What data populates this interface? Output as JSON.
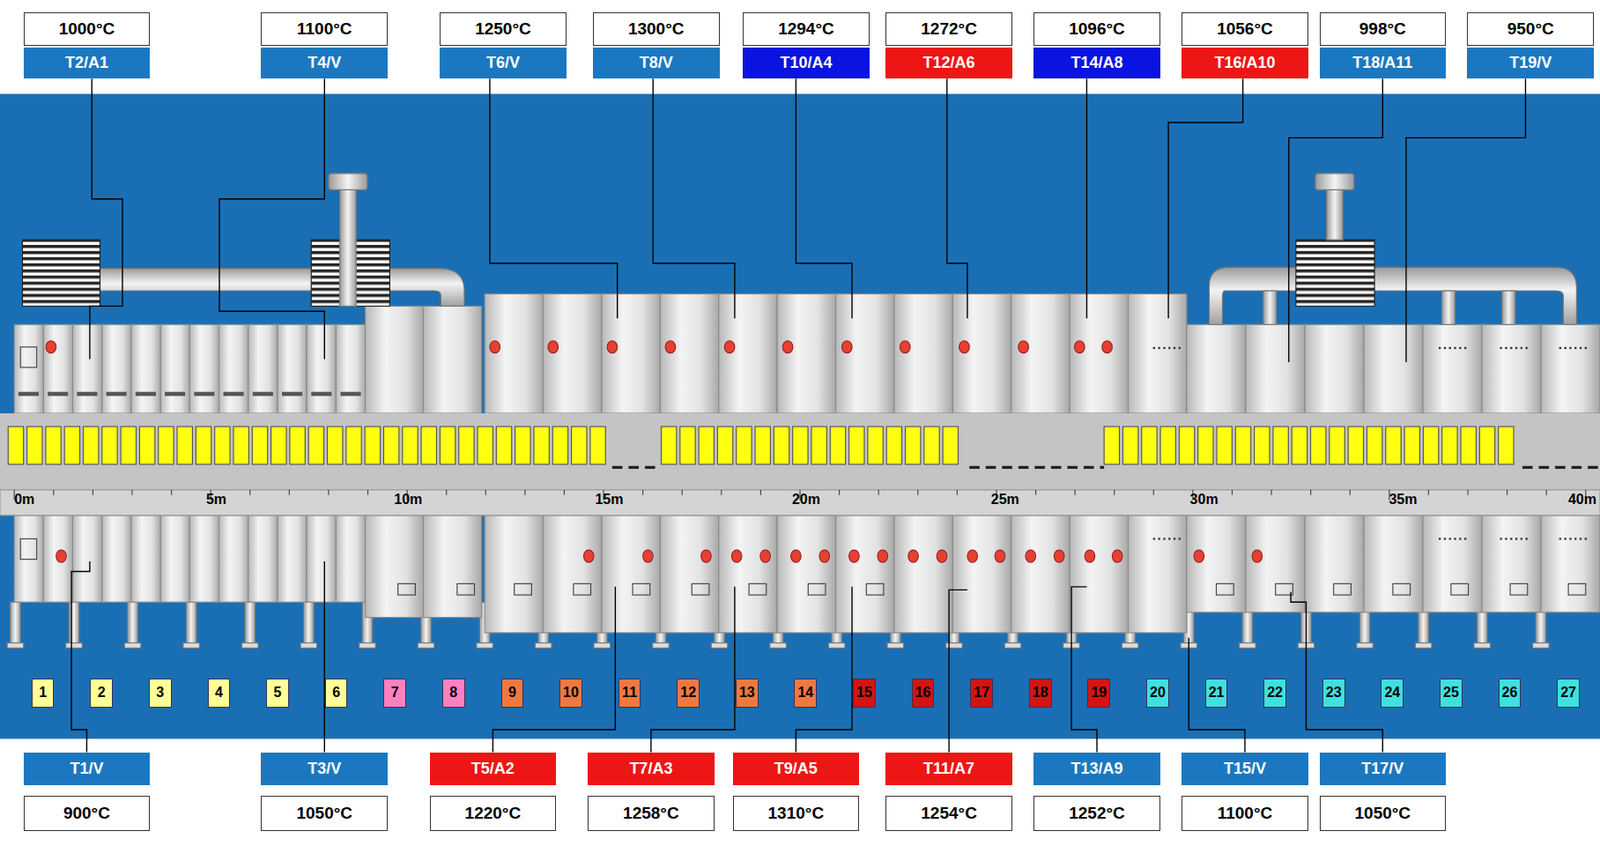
{
  "diagram": {
    "nodes": [
      {
        "text": [
          "1000°C"
        ]
      },
      {
        "text": [
          "1100°C"
        ]
      },
      {
        "text": [
          "1250°C"
        ]
      },
      {
        "text": [
          "1300°C"
        ]
      },
      {
        "text": [
          "1294°C"
        ]
      },
      {
        "text": [
          "1272°C"
        ]
      },
      {
        "text": [
          "1096°C"
        ]
      },
      {
        "text": [
          "1056°C"
        ]
      },
      {
        "text": [
          "998°C"
        ]
      },
      {
        "text": [
          "950°C"
        ]
      },
      {
        "text": [
          "T2/A1"
        ]
      },
      {
        "text": [
          "T4/V"
        ]
      },
      {
        "text": [
          "T6/V"
        ]
      },
      {
        "text": [
          "T8/V"
        ]
      },
      {
        "text": [
          "T10/A4"
        ]
      },
      {
        "text": [
          "T12/A6"
        ]
      },
      {
        "text": [
          "T14/A8"
        ]
      },
      {
        "text": [
          "T16/A10"
        ]
      },
      {
        "text": [
          "T18/A11"
        ]
      },
      {
        "text": [
          "T19/V"
        ]
      },
      {
        "text": [
          "1"
        ]
      },
      {
        "text": [
          "2"
        ]
      },
      {
        "text": [
          "3"
        ]
      },
      {
        "text": [
          "4"
        ]
      },
      {
        "text": [
          "5"
        ]
      },
      {
        "text": [
          "6"
        ]
      },
      {
        "text": [
          "7"
        ]
      },
      {
        "text": [
          "8"
        ]
      },
      {
        "text": [
          "9"
        ]
      },
      {
        "text": [
          "10"
        ]
      },
      {
        "text": [
          "11"
        ]
      },
      {
        "text": [
          "12"
        ]
      },
      {
        "text": [
          "13"
        ]
      },
      {
        "text": [
          "14"
        ]
      },
      {
        "text": [
          "15"
        ]
      },
      {
        "text": [
          "16"
        ]
      },
      {
        "text": [
          "17"
        ]
      },
      {
        "text": [
          "18"
        ]
      },
      {
        "text": [
          "19"
        ]
      },
      {
        "text": [
          "20"
        ]
      },
      {
        "text": [
          "21"
        ]
      },
      {
        "text": [
          "22"
        ]
      },
      {
        "text": [
          "23"
        ]
      },
      {
        "text": [
          "24"
        ]
      },
      {
        "text": [
          "25"
        ]
      },
      {
        "text": [
          "26"
        ]
      },
      {
        "text": [
          "27"
        ]
      },
      {
        "text": [
          "T1/V"
        ]
      },
      {
        "text": [
          "T3/V"
        ]
      },
      {
        "text": [
          "T5/A2"
        ]
      },
      {
        "text": [
          "T7/A3"
        ]
      },
      {
        "text": [
          "T9/A5"
        ]
      },
      {
        "text": [
          "T11/A7"
        ]
      },
      {
        "text": [
          "T13/A9"
        ]
      },
      {
        "text": [
          "T15/V"
        ]
      },
      {
        "text": [
          "T17/V"
        ]
      },
      {
        "text": [
          "900°C"
        ]
      },
      {
        "text": [
          "1050°C"
        ]
      },
      {
        "text": [
          "1220°C"
        ]
      },
      {
        "text": [
          "1258°C"
        ]
      },
      {
        "text": [
          "1310°C"
        ]
      },
      {
        "text": [
          "1254°C"
        ]
      },
      {
        "text": [
          "1252°C"
        ]
      },
      {
        "text": [
          "1100°C"
        ]
      },
      {
        "text": [
          "1050°C"
        ]
      }
    ],
    "labels": [
      "0m",
      "5m",
      "10m",
      "15m",
      "20m",
      "25m",
      "30m",
      "35m",
      "40m"
    ]
  }
}
